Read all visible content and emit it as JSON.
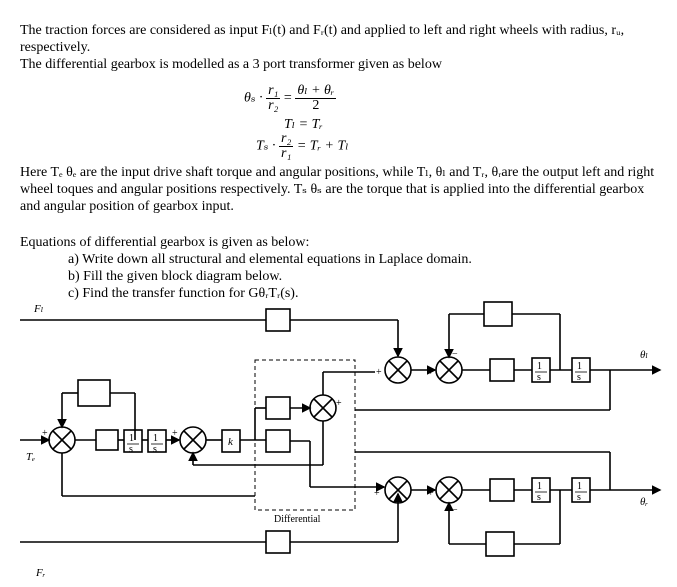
{
  "intro": {
    "line1": "The traction forces are considered as input Fₗ(t) and Fᵣ(t) and applied to left and right wheels with radius, rᵤ, respectively.",
    "line2": "The differential gearbox is modelled as a 3 port transformer given as below"
  },
  "equations": {
    "eq1_left": "θₛ ·",
    "eq1_num": "r₁",
    "eq1_den": "r₂",
    "eq1_mid": "=",
    "eq1_rnum": "θₗ + θᵣ",
    "eq1_rden": "2",
    "eq2": "Tₗ = Tᵣ",
    "eq3_left": "Tₛ ·",
    "eq3_num": "r₂",
    "eq3_den": "r₁",
    "eq3_right": "= Tᵣ + Tₗ"
  },
  "explanation": "Here Tₑ θₑ are the input drive shaft torque and angular positions, while Tₗ, θₗ and Tᵣ, θᵣare the output left and right wheel toques and angular positions respectively. Tₛ θₛ are the torque that is applied into the differential gearbox and angular position of gearbox input.",
  "questions": {
    "heading": "Equations of differential gearbox is given as below:",
    "items": [
      {
        "marker": "a)",
        "text": "Write down all structural and elemental equations in Laplace domain."
      },
      {
        "marker": "b)",
        "text": "Fill the given block diagram below."
      },
      {
        "marker": "c)",
        "text": "Find the transfer function for GθᵣTᵣ(s)."
      }
    ]
  },
  "diagram": {
    "label_Fl": "Fₗ",
    "label_Fr": "Fᵣ",
    "label_Te": "Tₑ",
    "label_theta_l": "θₗ",
    "label_theta_r": "θᵣ",
    "label_k": "k",
    "label_differential": "Differential",
    "int_num": "1",
    "int_den": "s",
    "plus": "+",
    "minus": "−"
  }
}
